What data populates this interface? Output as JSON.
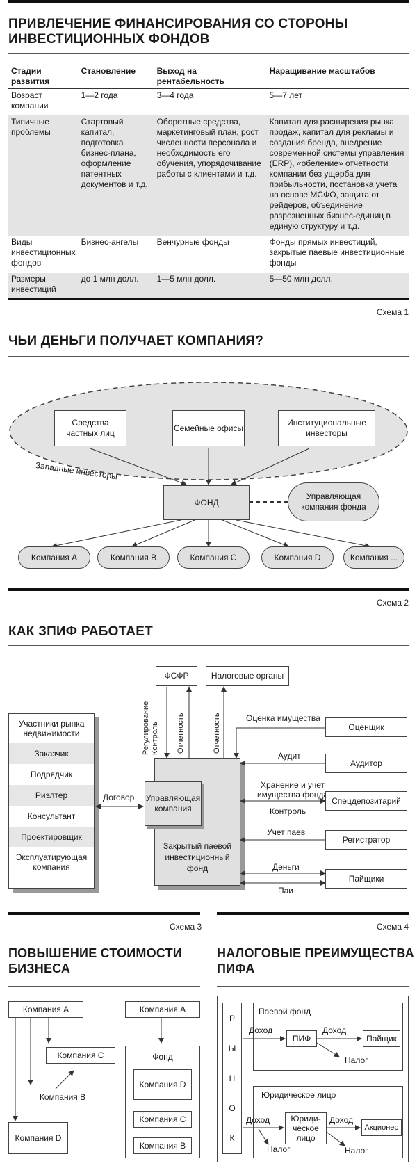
{
  "s1": {
    "title_line1": "ПРИВЛЕЧЕНИЕ ФИНАНСИРОВАНИЯ СО СТОРОНЫ",
    "title_line2": "ИНВЕСТИЦИОННЫХ ФОНДОВ",
    "headers": [
      "Стадии развития",
      "Становление",
      "Выход на рентабельность",
      "Наращивание масштабов"
    ],
    "rows": [
      [
        "Возраст компании",
        "1—2 года",
        "3—4 года",
        "5—7 лет"
      ],
      [
        "Типичные проблемы",
        "Стартовый капитал, подготовка бизнес-плана, оформление патентных документов и т.д.",
        "Оборотные средства, маркетинговый план, рост численности персонала и необходимость его обучения, упорядочивание работы с клиентами и т.д.",
        "Капитал для расширения рынка продаж, капитал для рекламы и создания бренда, внедрение современной системы управления (ERP), «обеление» отчетности компании без ущерба для прибыльности, постановка учета на основе МСФО, защита от рейдеров, объединение разрозненных бизнес-единиц в единую структуру и т.д."
      ],
      [
        "Виды инвестиционных фондов",
        "Бизнес-ангелы",
        "Венчурные фонды",
        "Фонды прямых инвестиций, закрытые паевые инвестиционные фонды"
      ],
      [
        "Размеры инвестиций",
        "до 1 млн долл.",
        "1—5 млн долл.",
        "5—50 млн долл."
      ]
    ],
    "schema": "Схема 1"
  },
  "s2": {
    "title": "ЧЬИ ДЕНЬГИ ПОЛУЧАЕТ КОМПАНИЯ?",
    "sources": [
      "Средства частных лиц",
      "Семейные офисы",
      "Институциональные инвесторы"
    ],
    "western": "Западные инвесторы",
    "fund": "ФОНД",
    "mc": "Управляющая компания фонда",
    "companies": [
      "Компания A",
      "Компания B",
      "Компания C",
      "Компания D",
      "Компания ..."
    ],
    "schema": "Схема 2"
  },
  "s3": {
    "title": "КАК ЗПИФ РАБОТАЕТ",
    "fsfr": "ФСФР",
    "tax": "Налоговые органы",
    "reg": "Регулирование Контроль",
    "rep1": "Отчетность",
    "rep2": "Отчетность",
    "market_title": "Участники рынка недвижимости",
    "market": [
      "Заказчик",
      "Подрядчик",
      "Риэлтер",
      "Консультант",
      "Проектировщик",
      "Эксплуатирующая компания"
    ],
    "contract": "Договор",
    "mc": "Управляющая компания",
    "fund": "Закрытый паевой инвестиционный фонд",
    "right": [
      {
        "label": "Оценка имущества",
        "box": "Оценщик"
      },
      {
        "label": "Аудит",
        "box": "Аудитор"
      },
      {
        "label": "Хранение и учет имущества фонда",
        "label2": "Контроль",
        "box": "Спецдепозитарий"
      },
      {
        "label": "Учет паев",
        "box": "Регистратор"
      },
      {
        "label": "Деньги",
        "label2": "Паи",
        "box": "Пайщики"
      }
    ],
    "schema": "Схема 3"
  },
  "s4": {
    "title_line1": "ПОВЫШЕНИЕ СТОИМОСТИ",
    "title_line2": "БИЗНЕСА",
    "left": {
      "a": "Компания A",
      "c": "Компания C",
      "b": "Компания B",
      "d": "Компания D"
    },
    "right": {
      "a": "Компания A",
      "fund": "Фонд",
      "d": "Компания D",
      "c": "Компания C",
      "b": "Компания B"
    },
    "schema": "Схема 4"
  },
  "s5": {
    "title_line1": "НАЛОГОВЫЕ ПРЕИМУЩЕСТВА",
    "title_line2": "ПИФа",
    "market_letters": [
      "Р",
      "Ы",
      "Н",
      "О",
      "К"
    ],
    "pif_title": "Паевой фонд",
    "income1": "Доход",
    "pif": "ПИФ",
    "income2": "Доход",
    "holder": "Пайщик",
    "tax1": "Налог",
    "legal_title": "Юридическое лицо",
    "income3": "Доход",
    "legal": "Юриди-ческое лицо",
    "income4": "Доход",
    "shareholder": "Акционер",
    "tax2": "Налог",
    "tax3": "Налог"
  }
}
